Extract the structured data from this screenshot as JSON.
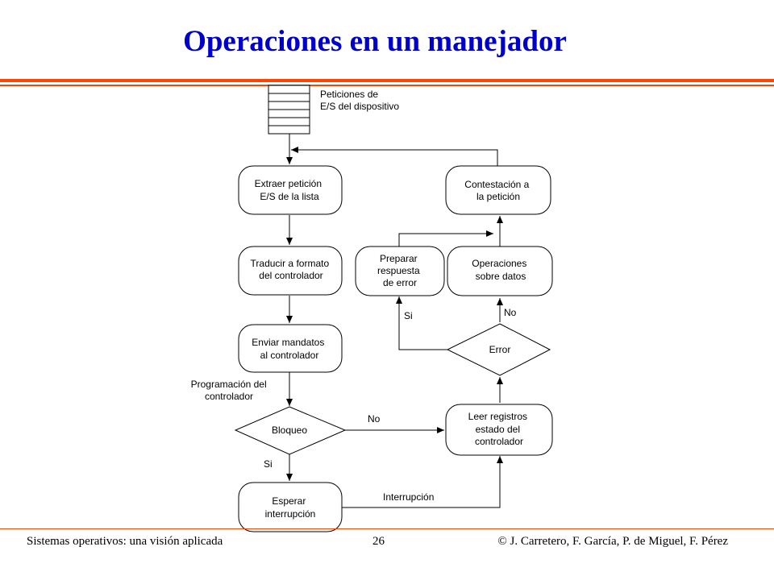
{
  "slide": {
    "title": "Operaciones en un manejador",
    "accent_color": "#ff4400",
    "title_color": "#0000cc"
  },
  "diagram": {
    "queue_label": [
      "Peticiones de",
      "E/S del dispositivo"
    ],
    "nodes": {
      "extract": [
        "Extraer petición",
        "E/S de la lista"
      ],
      "translate": [
        "Traducir a formato",
        "del controlador"
      ],
      "send": [
        "Enviar mandatos",
        "al controlador"
      ],
      "block": [
        "Bloqueo"
      ],
      "wait": [
        "Esperar",
        "interrupción"
      ],
      "read": [
        "Leer registros",
        "estado del",
        "controlador"
      ],
      "error": [
        "Error"
      ],
      "prepare": [
        "Preparar",
        "respuesta",
        "de error"
      ],
      "ops": [
        "Operaciones",
        "sobre datos"
      ],
      "reply": [
        "Contestación a",
        "la petición"
      ]
    },
    "labels": {
      "programming": [
        "Programación del",
        "controlador"
      ],
      "block_no": "No",
      "block_yes": "Si",
      "error_no": "No",
      "error_yes": "Si",
      "interrupt": "Interrupción"
    }
  },
  "footer": {
    "book": "Sistemas operativos: una visión aplicada",
    "page": "26",
    "authors": "© J. Carretero, F. García, P. de Miguel, F. Pérez"
  }
}
